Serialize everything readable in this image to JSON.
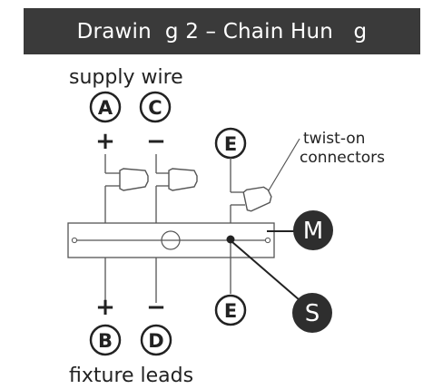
{
  "title": "Drawin  g 2 – Chain Hun   g",
  "labels": {
    "supply": "supply wire",
    "fixture": "fixture leads",
    "connectors_line1": "twist-on",
    "connectors_line2": "connectors"
  },
  "letters": {
    "A": "A",
    "B": "B",
    "C": "C",
    "D": "D",
    "E_top": "E",
    "E_bottom": "E",
    "M": "M",
    "S": "S"
  },
  "signs": {
    "A": "+",
    "C": "−",
    "B": "+",
    "D": "−"
  },
  "colors": {
    "header_bg": "#3a3a3a",
    "ink": "#222222",
    "line": "#555555",
    "callout_fill": "#2e2e2e"
  }
}
